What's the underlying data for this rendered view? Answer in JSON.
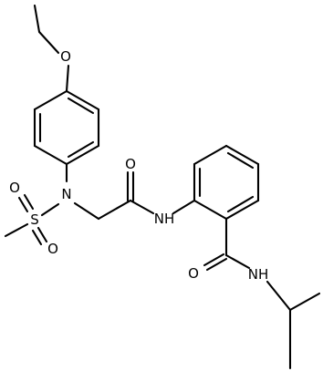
{
  "molecule": {
    "atoms": {
      "o_ether": "O",
      "n_sulfonamide": "N",
      "s_sulfonyl": "S",
      "o_sulfonyl_1": "O",
      "o_sulfonyl_2": "O",
      "o_amide_1": "O",
      "nh_amide_1": "NH",
      "o_amide_2": "O",
      "nh_amide_2": "NH"
    }
  }
}
